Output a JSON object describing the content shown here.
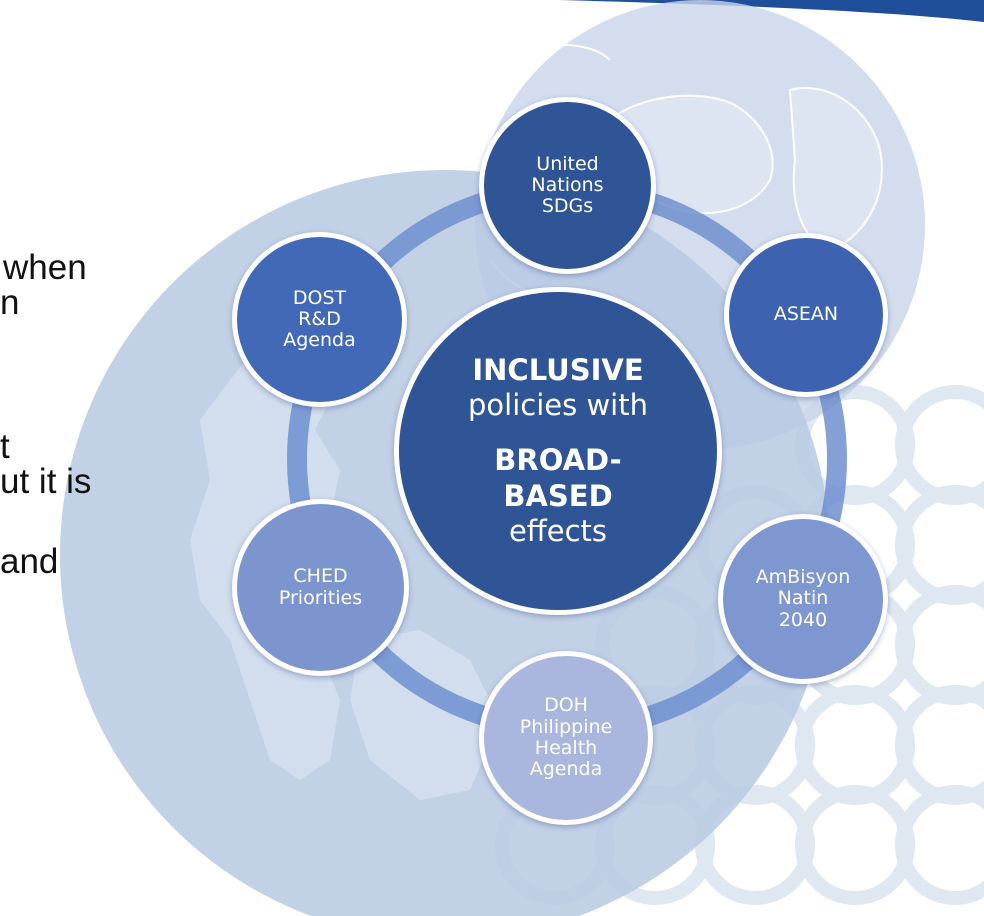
{
  "colors": {
    "ring": "#6f8fcf",
    "center": "#2f5597",
    "un": "#2f5597",
    "asean": "#3d63b0",
    "dost": "#4169b8",
    "ambisyon": "#7e97d0",
    "ched": "#7d95ce",
    "doh": "#aab6dd",
    "globe": "#b9c9e3",
    "circle_pattern": "#dfe7f1",
    "header_bar": "#1f4e9b"
  },
  "bullet_fragments": [
    {
      "text": "when"
    },
    {
      "text": "n"
    },
    {
      "text": "t"
    },
    {
      "text": "ut it is"
    },
    {
      "text": "and"
    }
  ],
  "diagram": {
    "center": {
      "line1": "INCLUSIVE",
      "line2": "policies with",
      "line3": "BROAD-",
      "line4": "BASED",
      "line5": "effects"
    },
    "nodes": {
      "un": {
        "lines": [
          "United",
          "Nations",
          "SDGs"
        ]
      },
      "asean": {
        "lines": [
          "ASEAN"
        ]
      },
      "ambisyon": {
        "lines": [
          "AmBisyon",
          "Natin",
          "2040"
        ]
      },
      "doh": {
        "lines": [
          "DOH",
          "Philippine",
          "Health",
          "Agenda"
        ]
      },
      "ched": {
        "lines": [
          "CHED",
          "Priorities"
        ]
      },
      "dost": {
        "lines": [
          "DOST",
          "R&D",
          "Agenda"
        ]
      }
    }
  }
}
